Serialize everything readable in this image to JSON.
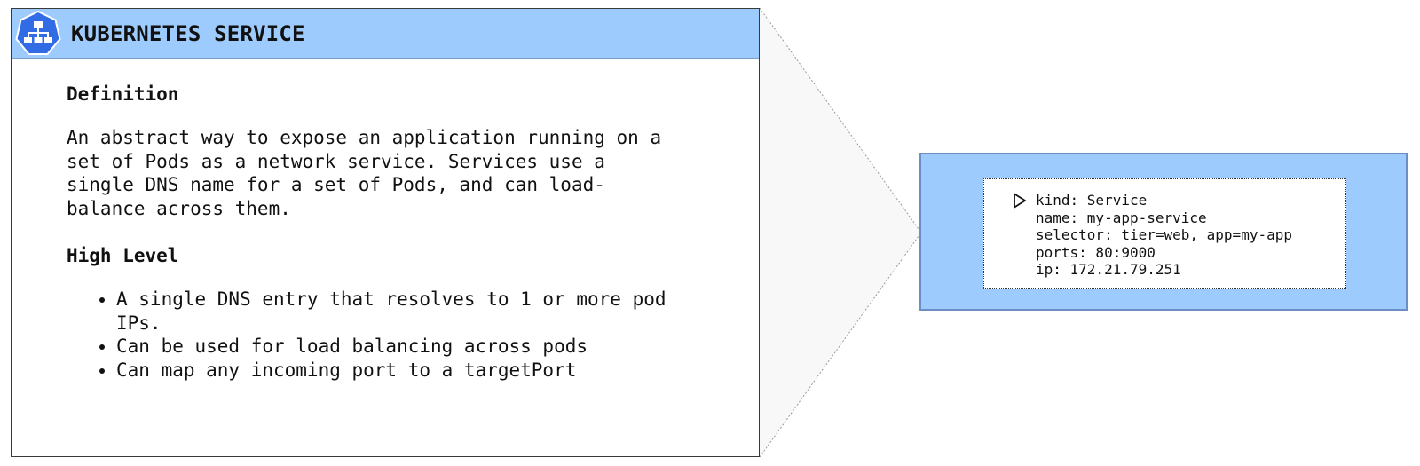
{
  "card": {
    "title": "KUBERNETES SERVICE",
    "logo_icon": "kubernetes-network-icon",
    "definition_heading": "Definition",
    "definition_text": "An abstract way to expose an application running on a\nset of Pods as a network service. Services use a\nsingle DNS name for a set of Pods, and can load-\nbalance across them.",
    "high_level_heading": "High Level",
    "high_level_items": [
      "A single DNS entry that resolves to 1 or more pod\nIPs.",
      "Can be used for load balancing across pods",
      "Can map any incoming port to a targetPort"
    ]
  },
  "detail": {
    "expand_icon": "triangle-right-icon",
    "lines": [
      "kind: Service",
      "name: my-app-service",
      "selector: tier=web, app=my-app",
      "ports: 80:9000",
      "ip: 172.21.79.251"
    ]
  },
  "colors": {
    "header_bg": "#9ecbfd",
    "logo_blue": "#326ce5",
    "detail_bg": "#9ecbfd",
    "detail_border": "#6b8fc4"
  }
}
